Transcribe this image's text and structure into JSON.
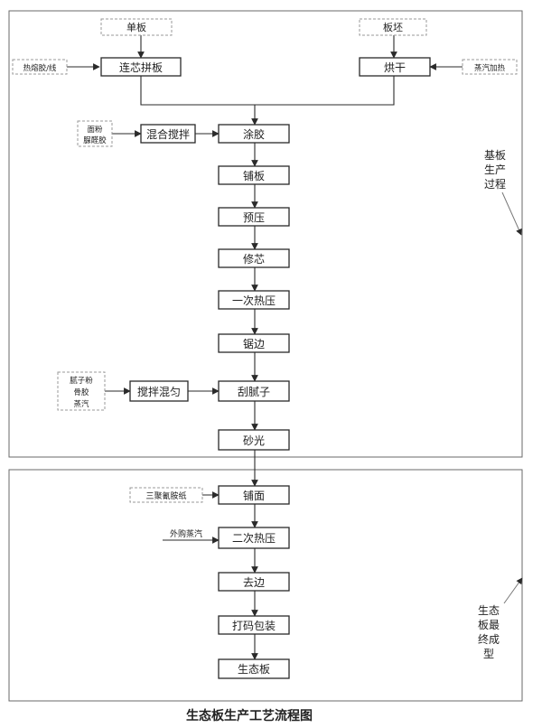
{
  "inputs": {
    "veneer": "单板",
    "blank": "板坯",
    "hotmelt": "热熔胶/线",
    "steam_heat": "蒸汽加热",
    "glue_line1": "面粉",
    "glue_line2": "脲醛胶",
    "putty_line1": "腻子粉",
    "putty_line2": "骨胶",
    "putty_line3": "蒸汽",
    "melamine_paper": "三聚氰胺纸",
    "purchased_steam": "外购蒸汽"
  },
  "steps": {
    "core_splice": "连芯拼板",
    "drying": "烘干",
    "mixing": "混合搅拌",
    "gluing": "涂胶",
    "layup": "铺板",
    "prepress": "预压",
    "core_repair": "修芯",
    "hotpress1": "一次热压",
    "edge_saw": "锯边",
    "stir_mix": "搅拌混匀",
    "putty_scrape": "刮腻子",
    "sanding": "砂光",
    "overlay": "铺面",
    "hotpress2": "二次热压",
    "trim": "去边",
    "pack": "打码包装",
    "product": "生态板"
  },
  "notes": {
    "substrate": [
      "基板",
      "生产",
      "过程"
    ],
    "final": [
      "生态",
      "板最",
      "终成",
      "型"
    ]
  },
  "caption": "生态板生产工艺流程图"
}
